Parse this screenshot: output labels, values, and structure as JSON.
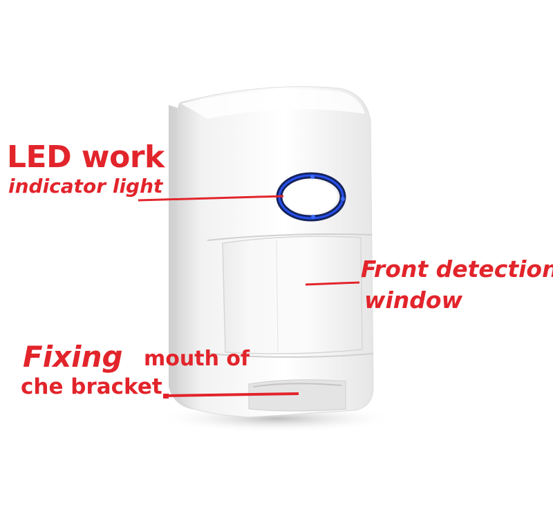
{
  "labels": {
    "led_title": "LED work",
    "led_subtitle": "indicator light",
    "front_line1": "Front detection",
    "front_line2": "window",
    "fixing_emphasis": "Fixing",
    "fixing_rest": "mouth of",
    "fixing_line2": "che bracket"
  },
  "colors": {
    "label_red": "#e2242b",
    "led_blue": "#1f3fd9",
    "body_white": "#f4f4f4"
  }
}
